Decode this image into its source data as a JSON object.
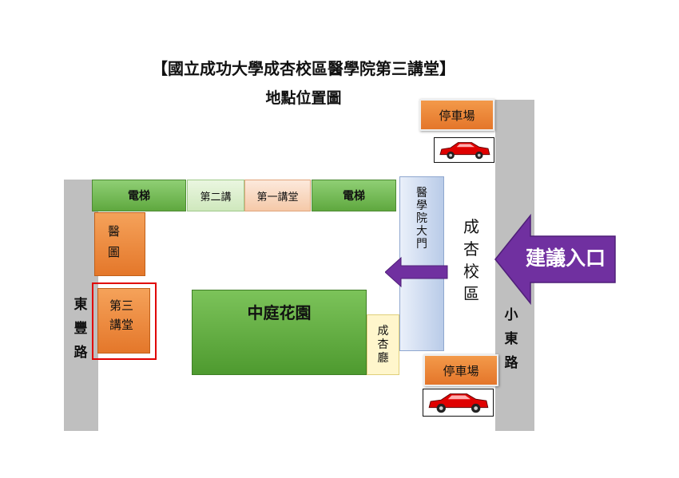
{
  "header": {
    "title": "【國立成功大學成杏校區醫學院第三講堂】",
    "subtitle": "地點位置圖"
  },
  "roads": {
    "left": [
      "東",
      "豐",
      "路"
    ],
    "right": [
      "小",
      "東",
      "路"
    ]
  },
  "buildings": {
    "elevator_left": "電梯",
    "lecture_2": "第二講",
    "lecture_1": "第一講堂",
    "elevator_right": "電梯",
    "library": [
      "醫",
      "圖"
    ],
    "lecture_3": [
      "第三",
      "講堂"
    ],
    "garden": "中庭花園",
    "chengxing_hall": [
      "成",
      "杏",
      "廳"
    ],
    "main_gate": [
      "醫",
      "學",
      "院",
      "大",
      "門"
    ],
    "campus_name": [
      "成",
      "杏",
      "校",
      "區"
    ]
  },
  "parking": {
    "top": "停車場",
    "bottom": "停車場"
  },
  "entrance": {
    "label": "建議入口"
  },
  "colors": {
    "arrow_purple": "#7030a0",
    "highlight_red": "#e00000",
    "road_gray": "#bfbfbf"
  }
}
